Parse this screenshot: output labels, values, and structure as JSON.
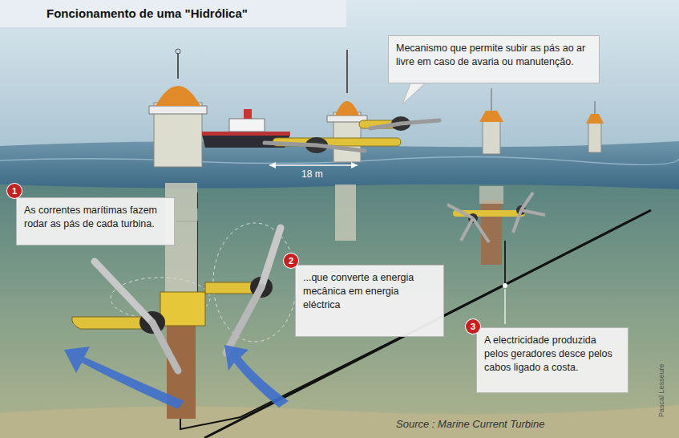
{
  "diagram": {
    "title": "Foncionamento de uma \"Hidrólica\"",
    "nodes": [
      {
        "text": [
          "Mecanismo que permite subir as pás ao ar livre em caso de avaria ou manutenção."
        ]
      },
      {
        "text": [
          "As correntes marítimas fazem rodar as pás de cada turbina."
        ]
      },
      {
        "text": [
          "...que converte a energia mecânica em energia eléctrica"
        ]
      },
      {
        "text": [
          "A electricidade produzida pelos geradores desce pelos cabos ligado a costa."
        ]
      }
    ],
    "labels": [
      "1",
      "2",
      "3",
      "18 m",
      "Source : Marine Current Turbine",
      "Pascal Lesseure"
    ]
  }
}
